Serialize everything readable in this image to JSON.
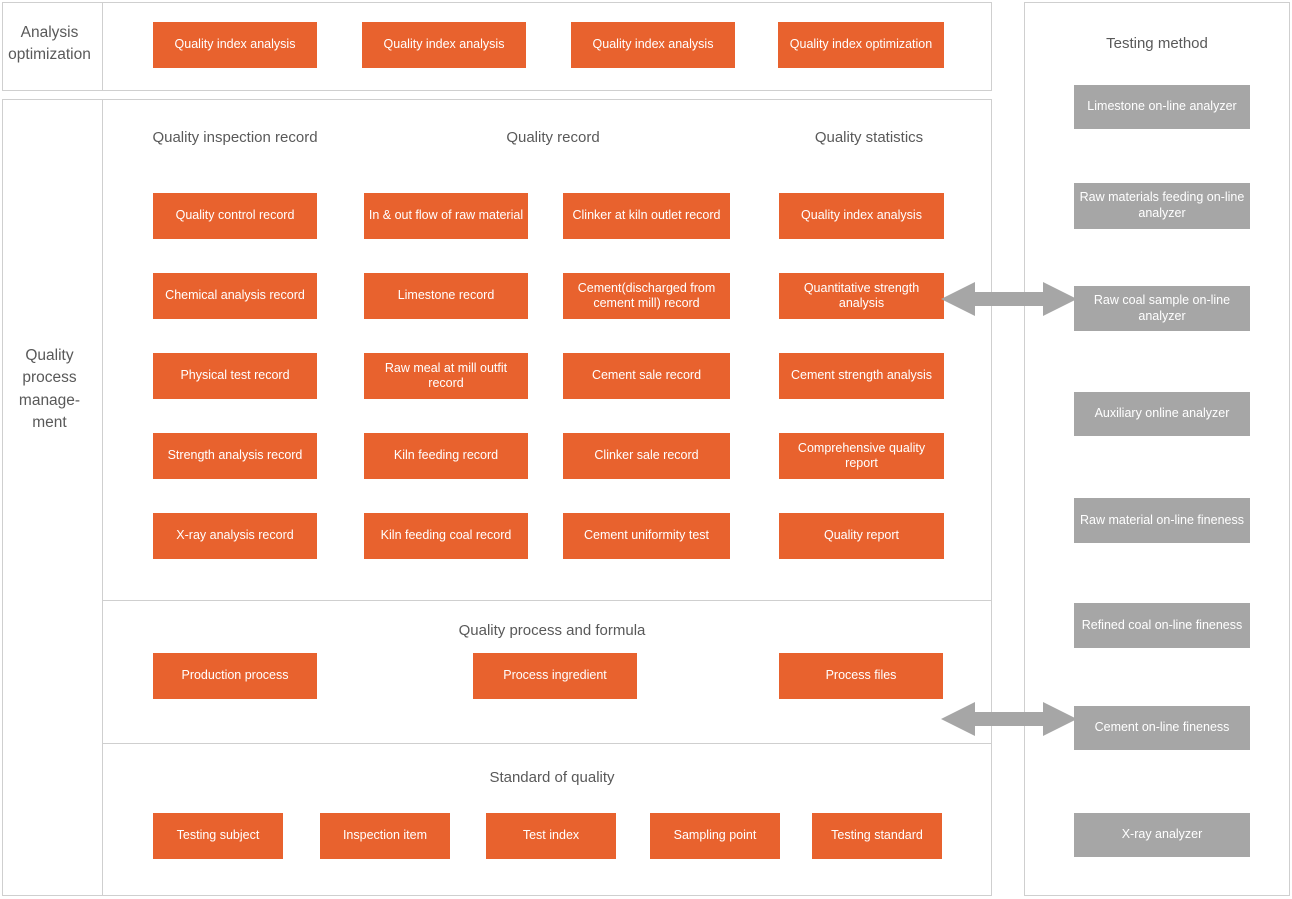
{
  "colors": {
    "orange": "#E8622E",
    "gray": "#A6A6A6",
    "border": "#CFCFCF",
    "text_dark": "#595959",
    "text_on_fill": "#FFFFFF"
  },
  "rows": {
    "analysis": {
      "label": "Analysis optimization",
      "items": [
        {
          "label": "Quality index analysis"
        },
        {
          "label": "Quality index analysis"
        },
        {
          "label": "Quality index analysis"
        },
        {
          "label": "Quality index optimization"
        }
      ]
    },
    "process": {
      "label_line1": "Quality",
      "label_line2": "process",
      "label_line3": "manage-",
      "label_line4": "ment",
      "label_full": "Quality process management"
    }
  },
  "grid": {
    "column_titles": [
      "Quality inspection record",
      "Quality record",
      "Quality statistics"
    ],
    "columns": [
      {
        "title": "Quality inspection record",
        "items": [
          "Quality control record",
          "Chemical analysis record",
          "Physical test record",
          "Strength analysis record",
          "X-ray analysis record"
        ]
      },
      {
        "title": "Quality record",
        "items": [
          "In & out flow of raw material",
          "Limestone record",
          "Raw meal at mill outfit record",
          "Kiln feeding record",
          "Kiln feeding coal record"
        ]
      },
      {
        "title": "",
        "items": [
          "Clinker at kiln outlet record",
          "Cement(discharged from cement mill) record",
          "Cement sale record",
          "Clinker sale record",
          "Cement uniformity test"
        ]
      },
      {
        "title": "Quality statistics",
        "items": [
          "Quality index analysis",
          "Quantitative strength analysis",
          "Cement strength analysis",
          "Comprehensive quality report",
          "Quality report"
        ]
      }
    ]
  },
  "formula_section": {
    "title": "Quality process and formula",
    "items": [
      "Production process",
      "Process ingredient",
      "Process files"
    ]
  },
  "standard_section": {
    "title": "Standard of quality",
    "items": [
      "Testing subject",
      "Inspection item",
      "Test index",
      "Sampling point",
      "Testing standard"
    ]
  },
  "testing_panel": {
    "title": "Testing method",
    "items": [
      "Limestone  on-line analyzer",
      "Raw materials feeding on-line analyzer",
      "Raw coal sample on-line analyzer",
      "Auxiliary online analyzer",
      "Raw material on-line fineness",
      "Refined coal on-line fineness",
      "Cement on-line fineness",
      "X-ray analyzer"
    ]
  },
  "connectors": [
    {
      "name": "arrow-quantitative-to-rawcoal",
      "direction": "bidirectional"
    },
    {
      "name": "arrow-processfiles-to-cementfineness",
      "direction": "bidirectional"
    }
  ]
}
